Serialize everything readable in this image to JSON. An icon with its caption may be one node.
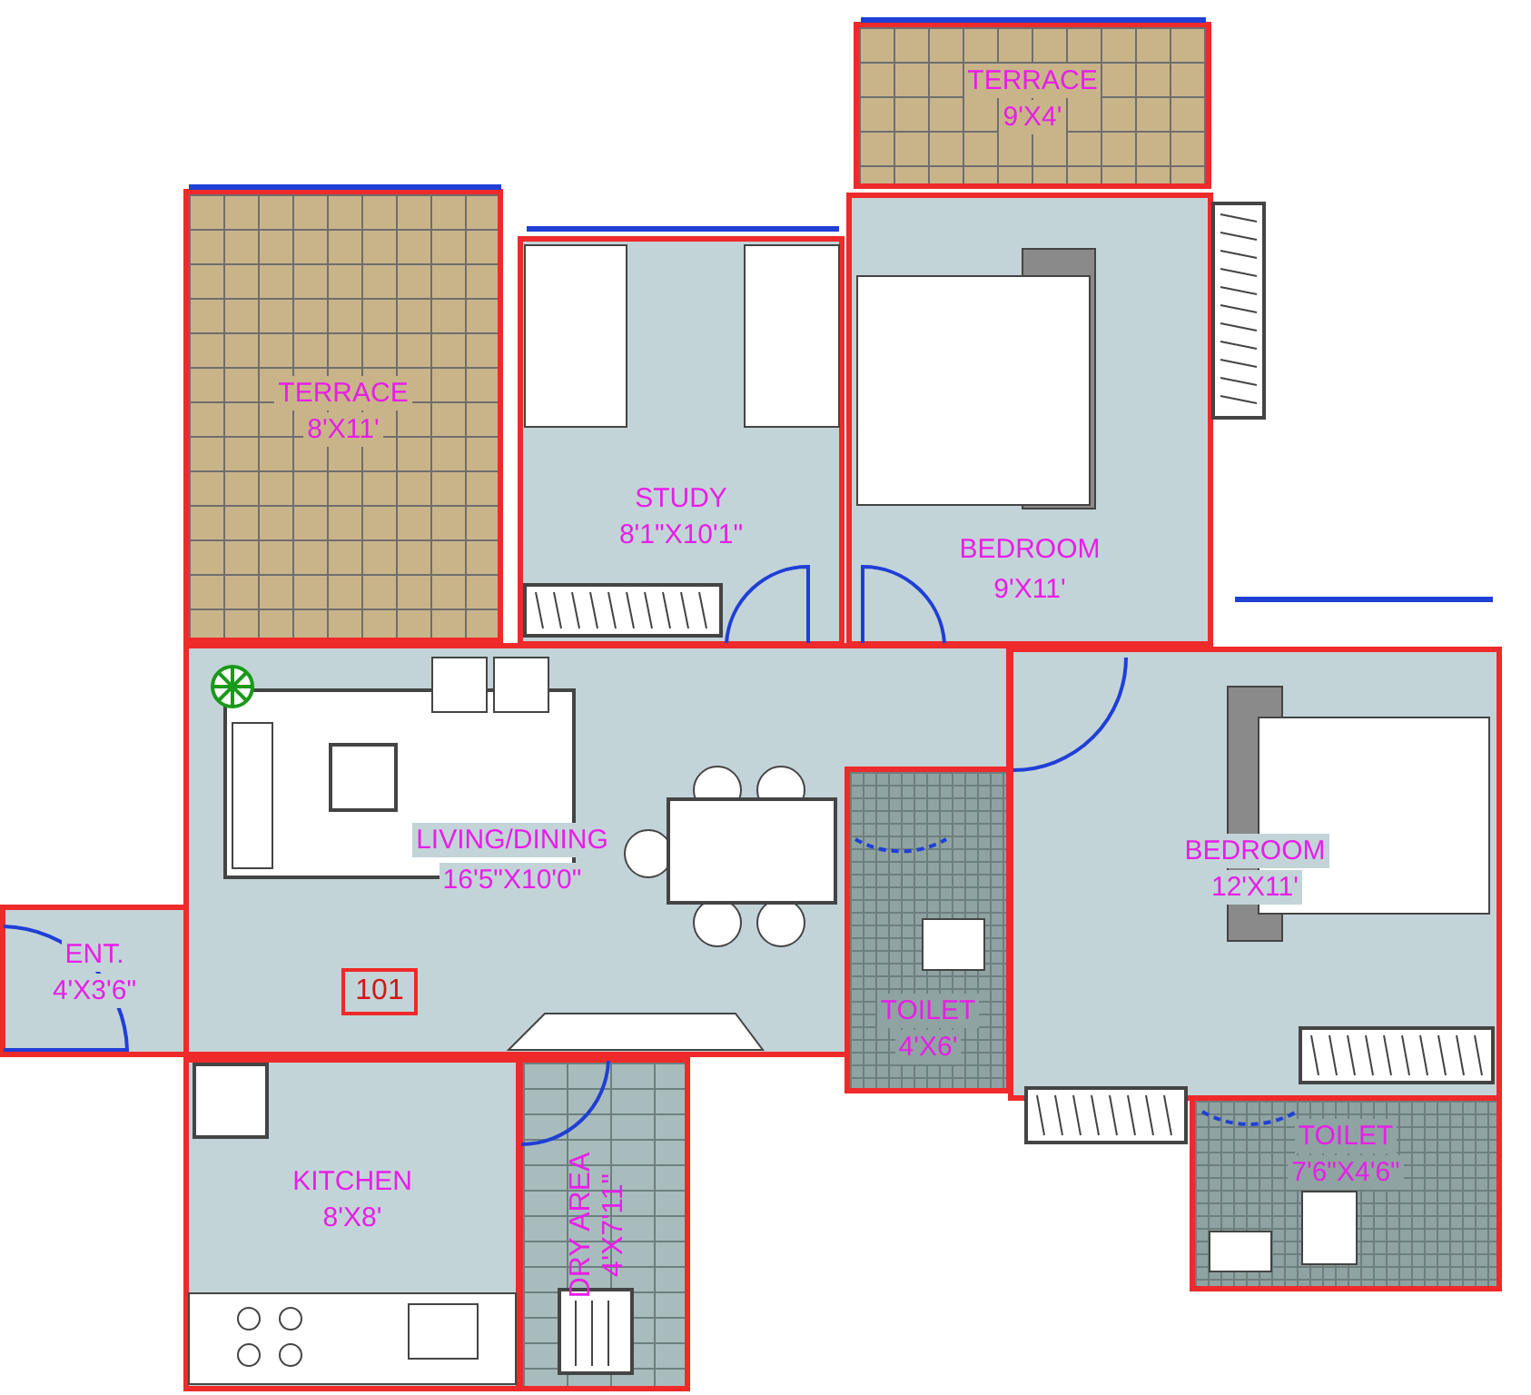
{
  "diagram": {
    "nodes": [
      {
        "text": [
          "TERRACE",
          "9'X4'"
        ]
      },
      {
        "text": [
          "TERRACE",
          "8'X11'"
        ]
      },
      {
        "text": [
          "STUDY",
          "8'1\"X10'1\""
        ]
      },
      {
        "text": [
          "BEDROOM",
          "9'X11'"
        ]
      },
      {
        "text": [
          "LIVING/DINING",
          "16'5\"X10'0\""
        ]
      },
      {
        "text": [
          "101"
        ],
        "in": 4
      },
      {
        "text": [
          "ENT.",
          "4'X3'6\""
        ]
      },
      {
        "text": [
          "KITCHEN",
          "8'X8'"
        ]
      },
      {
        "text": [
          "DRY AREA",
          "4'X7'11\""
        ]
      },
      {
        "text": [
          "TOILET",
          "4'X6'"
        ]
      },
      {
        "text": [
          "BEDROOM",
          "12'X11'"
        ]
      },
      {
        "text": [
          "TOILET",
          "7'6\"X4'6\""
        ]
      }
    ]
  }
}
